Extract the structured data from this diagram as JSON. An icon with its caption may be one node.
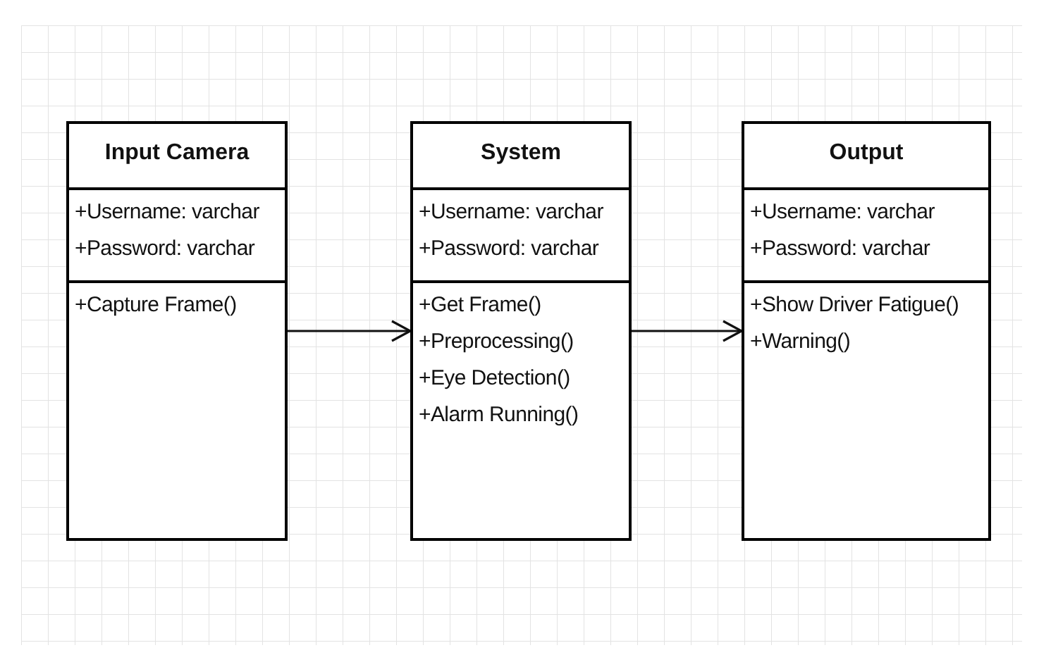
{
  "diagram": {
    "nodes": [
      {
        "text": [
          "Input Camera"
        ]
      },
      {
        "text": [
          "+Username: varchar",
          "+Password: varchar"
        ],
        "in": 0
      },
      {
        "text": [
          "+Capture Frame()"
        ],
        "in": 0
      },
      {
        "text": [
          "System"
        ]
      },
      {
        "text": [
          "+Username: varchar",
          "+Password: varchar"
        ],
        "in": 3
      },
      {
        "text": [
          "+Get Frame()",
          "+Preprocessing()",
          "+Eye Detection()",
          "+Alarm Running()"
        ],
        "in": 3
      },
      {
        "text": [
          "Output"
        ]
      },
      {
        "text": [
          "+Username: varchar",
          "+Password: varchar"
        ],
        "in": 6
      },
      {
        "text": [
          "+Show Driver Fatigue()",
          "+Warning()"
        ],
        "in": 6
      }
    ],
    "edges": [
      {
        "from": 2,
        "to": 5,
        "arrow": "to"
      },
      {
        "from": 5,
        "to": 8,
        "arrow": "to"
      }
    ]
  }
}
